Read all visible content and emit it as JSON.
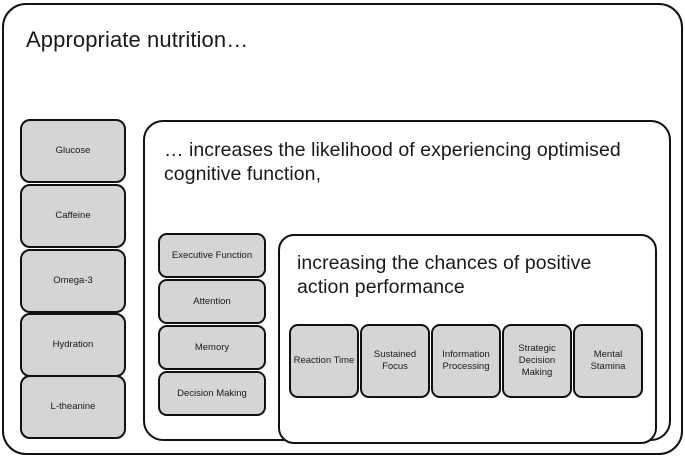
{
  "diagram": {
    "title": "Appropriate nutrition…",
    "fill_color": "#d5d5d5",
    "border_color": "#111111",
    "background_color": "#ffffff",
    "levels": [
      {
        "id": "nutrition",
        "heading": "Appropriate nutrition…",
        "items": [
          "Glucose",
          "Caffeine",
          "Omega-3",
          "Hydration",
          "L-theanine"
        ]
      },
      {
        "id": "cognition",
        "heading": "… increases the likelihood of experiencing optimised cognitive function,",
        "items": [
          "Executive Function",
          "Attention",
          "Memory",
          "Decision Making"
        ]
      },
      {
        "id": "performance",
        "heading": "increasing the chances of positive action performance",
        "items": [
          "Reaction Time",
          "Sustained Focus",
          "Information Processing",
          "Strategic Decision Making",
          "Mental Stamina"
        ]
      }
    ]
  }
}
